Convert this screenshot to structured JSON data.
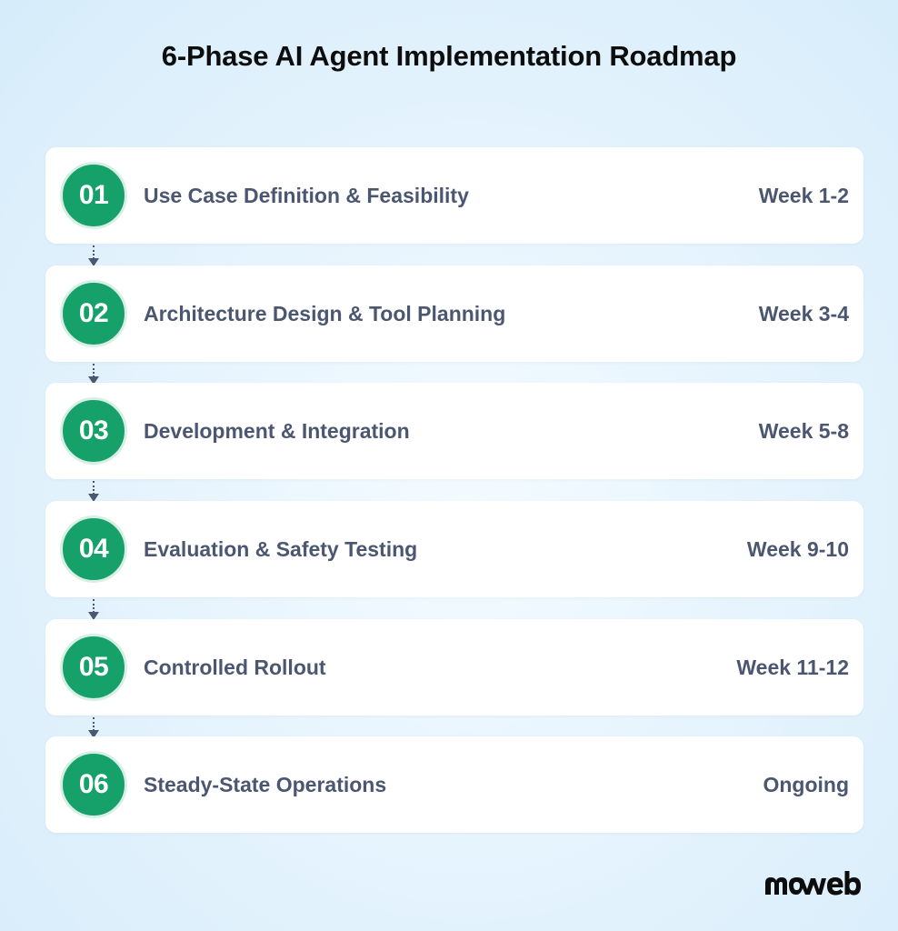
{
  "title": "6-Phase AI Agent Implementation Roadmap",
  "phases": [
    {
      "number": "01",
      "name": "Use Case Definition & Feasibility",
      "timing": "Week 1-2"
    },
    {
      "number": "02",
      "name": "Architecture Design & Tool Planning",
      "timing": "Week 3-4"
    },
    {
      "number": "03",
      "name": "Development & Integration",
      "timing": "Week 5-8"
    },
    {
      "number": "04",
      "name": "Evaluation & Safety Testing",
      "timing": "Week 9-10"
    },
    {
      "number": "05",
      "name": "Controlled Rollout",
      "timing": "Week 11-12"
    },
    {
      "number": "06",
      "name": "Steady-State Operations",
      "timing": "Ongoing"
    }
  ],
  "colors": {
    "badge": "#16a06a",
    "badge_ring": "#d7efe4",
    "text": "#4b5771",
    "title": "#0d0d0d",
    "card": "#ffffff"
  },
  "connector_icon": "dotted-arrow-down-icon",
  "logo": {
    "text": "moweb",
    "color": "#0d0d0d"
  }
}
